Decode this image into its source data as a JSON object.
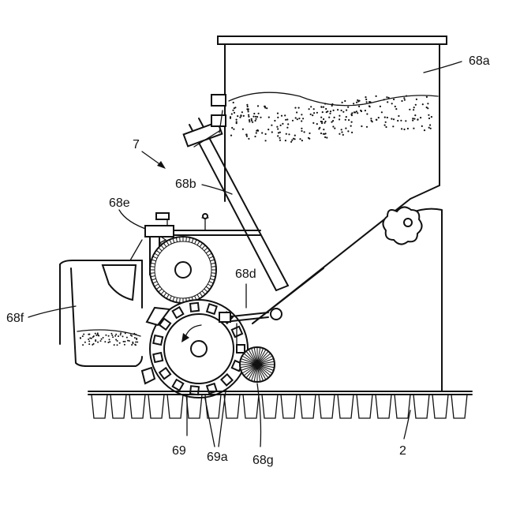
{
  "labels": {
    "hopper": "68a",
    "chute": "68b",
    "lever": "68d",
    "spring_assembly": "68e",
    "tray": "68f",
    "brush": "68g",
    "roller": "69",
    "roller_teeth": "69a",
    "machine": "7",
    "cells": "2"
  }
}
